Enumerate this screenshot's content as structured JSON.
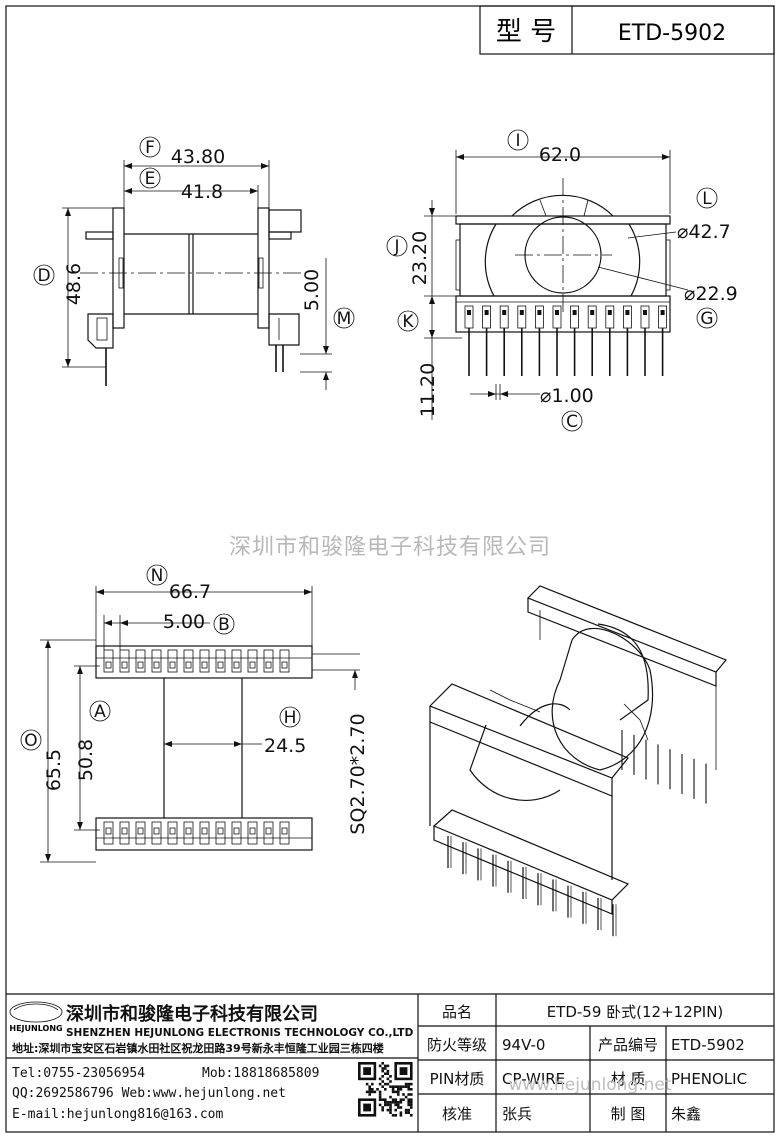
{
  "header": {
    "model_label": "型 号",
    "model_value": "ETD-5902"
  },
  "top_left_view": {
    "F_value": "43.80",
    "E_value": "41.8",
    "D_value": "48.6",
    "M_value": "5.00",
    "labels": {
      "F": "F",
      "E": "E",
      "D": "D",
      "M": "M"
    }
  },
  "top_right_view": {
    "I_value": "62.0",
    "J_value": "23.20",
    "K_value": "11.20",
    "L_value": "⌀42.7",
    "G_value": "⌀22.9",
    "C_value": "⌀1.00",
    "labels": {
      "I": "I",
      "J": "J",
      "K": "K",
      "L": "L",
      "G": "G",
      "C": "C"
    }
  },
  "watermark": "深圳市和骏隆电子科技有限公司",
  "bottom_view": {
    "N_value": "66.7",
    "B_value": "5.00",
    "O_value": "65.5",
    "A_value": "50.8",
    "H_value": "24.5",
    "SQ_value": "SQ2.70*2.70",
    "labels": {
      "N": "N",
      "B": "B",
      "O": "O",
      "A": "A",
      "H": "H"
    }
  },
  "title_block": {
    "logo_text": "HEJUNLONG",
    "company_cn": "深圳市和骏隆电子科技有限公司",
    "company_en": "SHENZHEN HEJUNLONG ELECTRONIS TECHNOLOGY CO.,LTD",
    "address": "地址:深圳市宝安区石岩镇水田社区祝龙田路39号新永丰恒隆工业园三栋四楼",
    "tel": "Tel:0755-23056954",
    "mob": "Mob:18818685809",
    "qq_web": "QQ:2692586796 Web:www.hejunlong.net",
    "email": "E-mail:hejunlong816@163.com",
    "watermark_url": "www.hejunlong.net",
    "fields": {
      "product_name_label": "品名",
      "product_name_value": "ETD-59 卧式(12+12PIN)",
      "flame_label": "防火等级",
      "flame_value": "94V-0",
      "product_code_label": "产品编号",
      "product_code_value": "ETD-5902",
      "pin_label": "PIN材质",
      "pin_value": "CP-WIRE",
      "material_label": "材 质",
      "material_value": "PHENOLIC",
      "review_label": "核准",
      "review_value": "张兵",
      "drawn_label": "制 图",
      "drawn_value": "朱鑫"
    }
  }
}
